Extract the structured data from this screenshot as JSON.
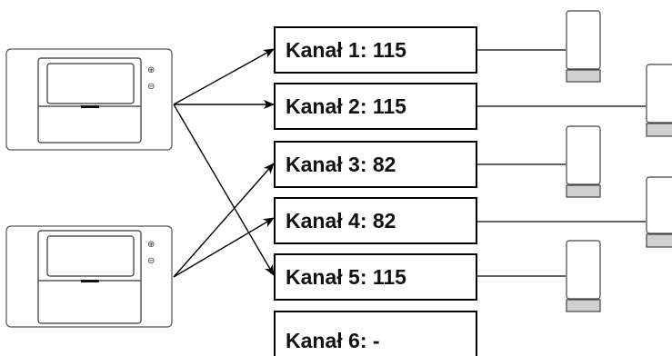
{
  "channels": [
    {
      "label": "Kanał 1: 115"
    },
    {
      "label": "Kanał 2: 115"
    },
    {
      "label": "Kanał 3: 82"
    },
    {
      "label": "Kanał 4: 82"
    },
    {
      "label": "Kanał 5: 115"
    },
    {
      "label": "Kanał 6: -"
    }
  ],
  "controllers": [
    {
      "plus_symbol": "⊕",
      "minus_symbol": "⊖"
    },
    {
      "plus_symbol": "⊕",
      "minus_symbol": "⊖"
    }
  ],
  "connections": [
    {
      "from": "controller-1",
      "to": "Kanał 1"
    },
    {
      "from": "controller-1",
      "to": "Kanał 2"
    },
    {
      "from": "controller-1",
      "to": "Kanał 5"
    },
    {
      "from": "controller-2",
      "to": "Kanał 3"
    },
    {
      "from": "controller-2",
      "to": "Kanał 4"
    }
  ],
  "colors": {
    "line": "#000000",
    "actuator_base": "#d0d0d0"
  }
}
